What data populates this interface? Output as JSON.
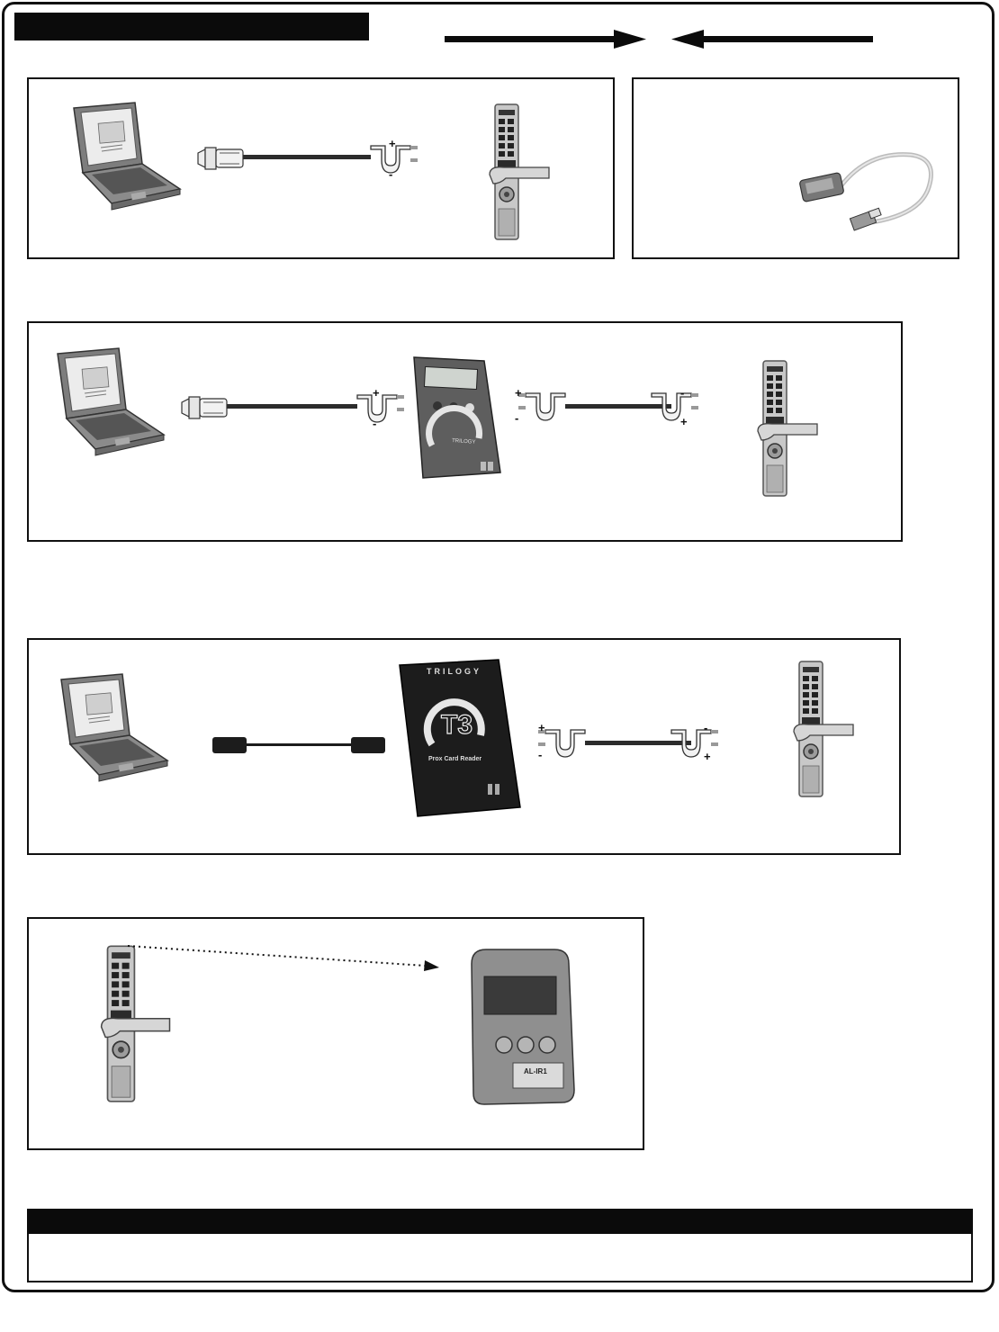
{
  "header": {
    "title_bar_text": ""
  },
  "devices": {
    "laptop": "laptop-icon",
    "lock": "keypad-lock-icon",
    "cable": "serial-cable-icon",
    "usb_adapter": "usb-serial-adapter-icon",
    "transfer_module": "data-transfer-module-icon",
    "t3_reader": "t3-prox-card-reader-icon",
    "printer": "infrared-printer-icon"
  },
  "device_text": {
    "trilogy_brand": "TRILOGY",
    "t3_logo": "T3",
    "t3_name": "Prox Card Reader",
    "printer_label": "AL-IR1"
  },
  "polarity": {
    "plus": "+",
    "minus": "-"
  },
  "colors": {
    "ink": "#0b0b0b",
    "device_grey": "#9a9a9a",
    "dark_device": "#1c1c1c"
  },
  "footer": {
    "heading": "",
    "body": ""
  }
}
